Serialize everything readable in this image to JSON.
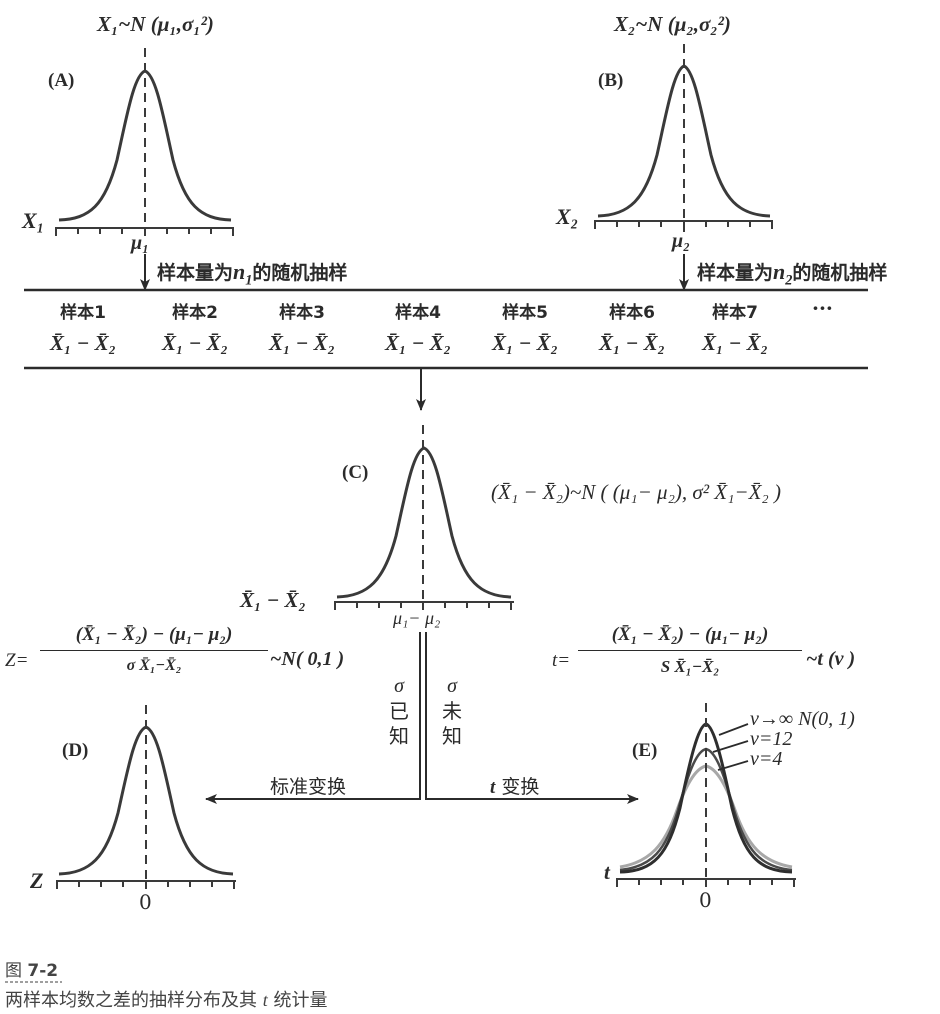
{
  "panels": {
    "A": {
      "label": "(A)",
      "dist": "X₁~N (μ₁,σ₁²)",
      "axis_var": "X₁",
      "center_label": "μ₁"
    },
    "B": {
      "label": "(B)",
      "dist": "X₂~N (μ₂,σ₂²)",
      "axis_var": "X₂",
      "center_label": "μ₂"
    },
    "C": {
      "label": "(C)",
      "dist_formula": "(X̄₁ − X̄₂)~N ( (μ₁− μ₂), σ² X̄₁−X̄₂ )",
      "axis_var": "X̄₁ − X̄₂",
      "center_label": "μ₁− μ₂"
    },
    "D": {
      "label": "(D)",
      "axis_var": "Z",
      "center_label": "0"
    },
    "E": {
      "label": "(E)",
      "axis_var": "t",
      "center_label": "0",
      "legend": [
        "ν→∞ N(0,  1)",
        "ν=12",
        "ν=4"
      ]
    }
  },
  "sampling": {
    "left_label_pre": "样本量为",
    "left_n": "n",
    "left_n_sub": "1",
    "left_label_post": "的随机抽样",
    "right_label_pre": "样本量为",
    "right_n": "n",
    "right_n_sub": "2",
    "right_label_post": "的随机抽样"
  },
  "samples": [
    {
      "name": "样本1",
      "diff": "X̄₁ − X̄₂"
    },
    {
      "name": "样本2",
      "diff": "X̄₁ − X̄₂"
    },
    {
      "name": "样本3",
      "diff": "X̄₁ − X̄₂"
    },
    {
      "name": "样本4",
      "diff": "X̄₁ − X̄₂"
    },
    {
      "name": "样本5",
      "diff": "X̄₁ − X̄₂"
    },
    {
      "name": "样本6",
      "diff": "X̄₁ − X̄₂"
    },
    {
      "name": "样本7",
      "diff": "X̄₁ − X̄₂"
    }
  ],
  "samples_more": "···",
  "formulas": {
    "z": {
      "lhs": "Z=",
      "numerator": "(X̄₁ − X̄₂) − (μ₁− μ₂)",
      "denominator": "σ X̄₁−X̄₂",
      "rhs": "~N( 0,1 )"
    },
    "t": {
      "lhs": "t=",
      "numerator": "(X̄₁ − X̄₂) − (μ₁− μ₂)",
      "denominator": "S X̄₁−X̄₂",
      "rhs": "~t (ν )"
    }
  },
  "branch": {
    "known": [
      "σ",
      "已",
      "知"
    ],
    "unknown": [
      "σ",
      "未",
      "知"
    ],
    "left_arrow_label": "标准变换",
    "right_arrow_label_t": "t",
    "right_arrow_label": "变换"
  },
  "caption": {
    "figure_prefix": "图",
    "figure_number": "7-2",
    "title_pre": "两样本均数之差的抽样分布及其",
    "title_t": "t",
    "title_post": "统计量"
  },
  "colors": {
    "ink": "#2b2b2b",
    "curve_light": "#a8a8a8",
    "caption": "#444444"
  }
}
